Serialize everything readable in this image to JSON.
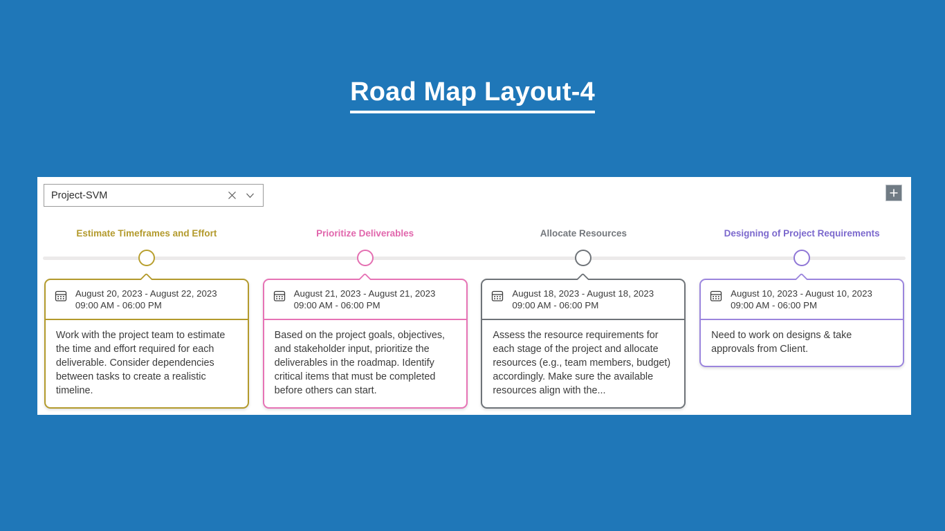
{
  "slide": {
    "title": "Road Map Layout-4",
    "background_color": "#1f77b8"
  },
  "toolbar": {
    "project_select": {
      "value": "Project-SVM",
      "placeholder": "Select project",
      "clear_icon": "close-icon",
      "expand_icon": "chevron-down-icon"
    },
    "add_button": {
      "label": "+",
      "icon": "plus-icon"
    }
  },
  "timeline": {
    "rail_color": "#eceaea",
    "milestones": [
      {
        "label": "Estimate Timeframes and Effort",
        "color": "#b39a2c",
        "date_range": "August 20, 2023 - August 22, 2023",
        "time_range": "09:00 AM - 06:00 PM",
        "description": "Work with the project team to estimate the time and effort required for each deliverable. Consider dependencies between tasks to create a realistic timeline.",
        "calendar_icon": "calendar-icon"
      },
      {
        "label": "Prioritize Deliverables",
        "color": "#e673b5",
        "date_range": "August 21, 2023 - August 21, 2023",
        "time_range": "09:00 AM - 06:00 PM",
        "description": "Based on the project goals, objectives, and stakeholder input, prioritize the deliverables in the roadmap. Identify critical items that must be completed before others can start.",
        "calendar_icon": "calendar-icon"
      },
      {
        "label": "Allocate Resources",
        "color": "#6e7378",
        "date_range": "August 18, 2023 - August 18, 2023",
        "time_range": "09:00 AM - 06:00 PM",
        "description": "Assess the resource requirements for each stage of the project and allocate resources (e.g., team members, budget) accordingly. Make sure the available resources align with the...",
        "calendar_icon": "calendar-icon"
      },
      {
        "label": "Designing of Project Requirements",
        "color": "#9b85dd",
        "date_range": "August 10, 2023 - August 10, 2023",
        "time_range": "09:00 AM - 06:00 PM",
        "description": "Need to work on designs & take approvals from Client.",
        "calendar_icon": "calendar-icon"
      }
    ]
  }
}
